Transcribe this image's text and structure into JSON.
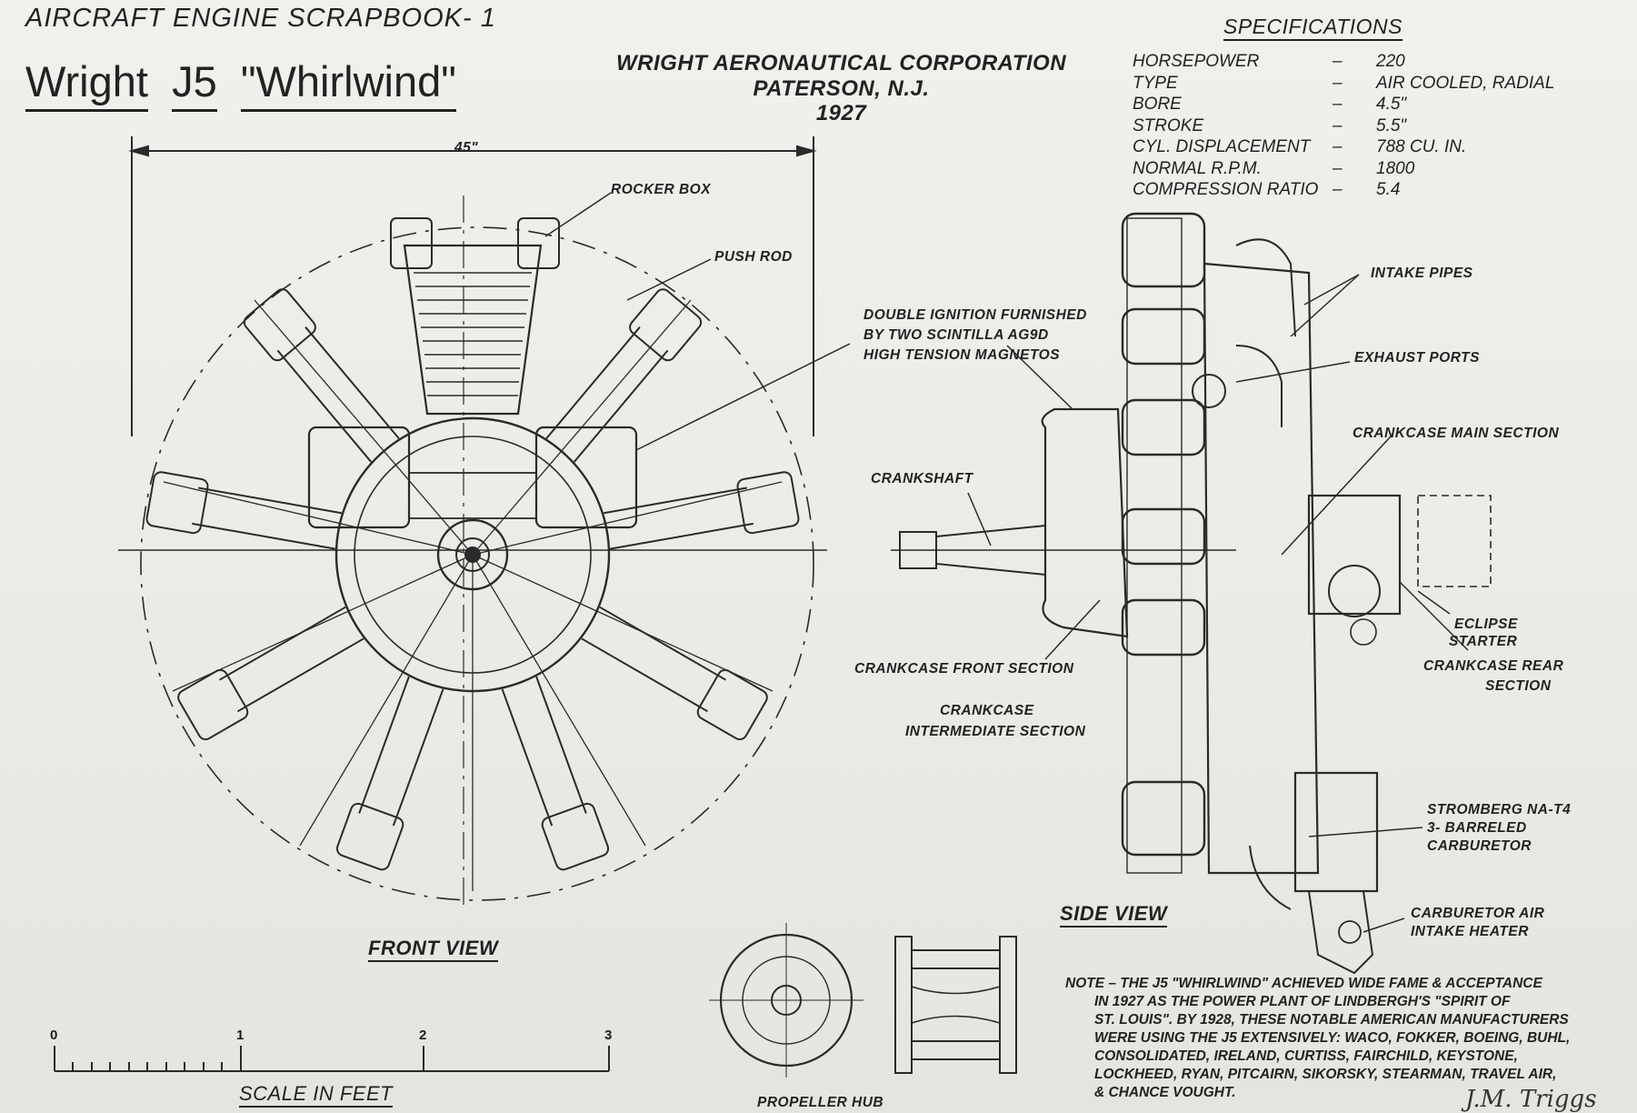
{
  "sheet": {
    "series": "AIRCRAFT ENGINE SCRAPBOOK- 1",
    "title_prefix": "Wright",
    "title_model": "J5",
    "title_name": "\"Whirlwind\"",
    "corp_name": "WRIGHT AERONAUTICAL CORPORATION",
    "corp_city": "PATERSON, N.J.",
    "corp_year": "1927"
  },
  "specs": {
    "heading": "SPECIFICATIONS",
    "rows": [
      {
        "key": "HORSEPOWER",
        "dash": "–",
        "value": "220"
      },
      {
        "key": "TYPE",
        "dash": "–",
        "value": "AIR COOLED, RADIAL"
      },
      {
        "key": "BORE",
        "dash": "–",
        "value": "4.5\""
      },
      {
        "key": "STROKE",
        "dash": "–",
        "value": "5.5\""
      },
      {
        "key": "CYL. DISPLACEMENT",
        "dash": "–",
        "value": "788 CU. IN."
      },
      {
        "key": "NORMAL R.P.M.",
        "dash": "–",
        "value": "1800"
      },
      {
        "key": "COMPRESSION RATIO",
        "dash": "–",
        "value": "5.4"
      }
    ]
  },
  "front_view": {
    "label": "FRONT VIEW",
    "dimension": "45\"",
    "callouts": {
      "rocker_box": "ROCKER BOX",
      "push_rod": "PUSH ROD"
    }
  },
  "side_view": {
    "label": "SIDE VIEW",
    "callouts": {
      "ignition_1": "DOUBLE IGNITION FURNISHED",
      "ignition_2": "BY TWO SCINTILLA AG9D",
      "ignition_3": "HIGH TENSION MAGNETOS",
      "crankshaft": "CRANKSHAFT",
      "front_section": "CRANKCASE FRONT SECTION",
      "intermediate_1": "CRANKCASE",
      "intermediate_2": "INTERMEDIATE SECTION",
      "intake_pipes": "INTAKE PIPES",
      "exhaust_ports": "EXHAUST PORTS",
      "main_section": "CRANKCASE MAIN SECTION",
      "starter_1": "ECLIPSE",
      "starter_2": "STARTER",
      "rear_1": "CRANKCASE REAR",
      "rear_2": "SECTION",
      "carb_1": "STROMBERG NA-T4",
      "carb_2": "3- BARRELED",
      "carb_3": "CARBURETOR",
      "heater_1": "CARBURETOR AIR",
      "heater_2": "INTAKE HEATER"
    }
  },
  "hub": {
    "label": "PROPELLER   HUB"
  },
  "scale": {
    "label": "SCALE IN FEET",
    "ticks": [
      "0",
      "1",
      "2",
      "3"
    ]
  },
  "note": {
    "lines": [
      "NOTE – THE J5 \"WHIRLWIND\" ACHIEVED WIDE FAME & ACCEPTANCE",
      "IN 1927 AS THE POWER PLANT OF LINDBERGH'S \"SPIRIT OF",
      "ST. LOUIS\". BY 1928, THESE NOTABLE AMERICAN MANUFACTURERS",
      "WERE USING THE J5 EXTENSIVELY: WACO, FOKKER, BOEING, BUHL,",
      "CONSOLIDATED, IRELAND, CURTISS, FAIRCHILD, KEYSTONE,",
      "LOCKHEED, RYAN, PITCAIRN, SIKORSKY, STEARMAN, TRAVEL AIR,",
      "& CHANCE VOUGHT."
    ],
    "signature": "J.M. Triggs"
  }
}
